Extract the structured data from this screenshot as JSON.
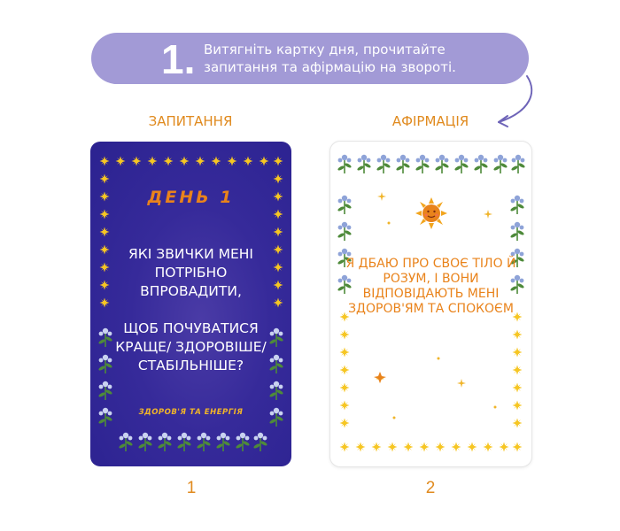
{
  "step": {
    "number": "1.",
    "instruction_line1": "Витягніть картку дня, прочитайте",
    "instruction_line2": "запитання та афірмацію на звороті."
  },
  "columns": [
    {
      "label": "ЗАПИТАННЯ",
      "number": "1",
      "card": {
        "day": "ДЕНЬ 1",
        "question_part1": "ЯКІ ЗВИЧКИ МЕНІ ПОТРІБНО ВПРОВАДИТИ,",
        "question_part2": "ЩОБ ПОЧУВАТИСЯ КРАЩЕ/ ЗДОРОВІШЕ/ СТАБІЛЬНІШЕ?",
        "topic": "ЗДОРОВ'Я ТА ЕНЕРГІЯ"
      }
    },
    {
      "label": "АФІРМАЦІЯ",
      "number": "2",
      "card": {
        "affirmation": "Я ДБАЮ ПРО СВОЄ ТІЛО Й РОЗУМ, І ВОНИ ВІДПОВІДАЮТЬ МЕНІ ЗДОРОВ'ЯМ ТА СПОКОЄМ"
      }
    }
  ],
  "colors": {
    "banner": "#a29ad6",
    "accent_orange": "#e9831b",
    "card_navy": "#2b2290",
    "star_yellow": "#f6c623",
    "leaf_green": "#4e8a3a",
    "flower_blue": "#8ea3d8"
  },
  "icons": {
    "arrow": "curved-arrow-icon",
    "sun": "sun-face-icon",
    "border_star": "star-icon",
    "border_flower": "flower-icon"
  }
}
